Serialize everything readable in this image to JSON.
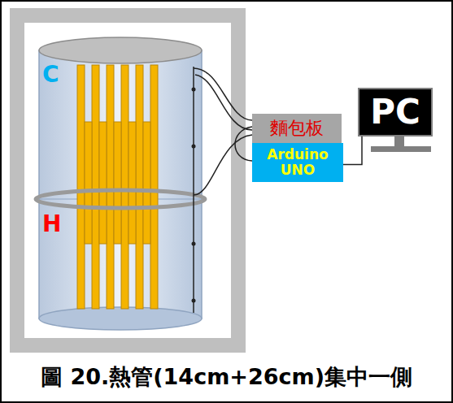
{
  "diagram": {
    "caption": "圖 20.熱管(14cm+26cm)集中一側",
    "nodes": [
      {
        "text": [
          "麵包板"
        ]
      },
      {
        "text": [
          "Arduino UNO"
        ]
      },
      {
        "text": [
          "PC"
        ]
      }
    ],
    "edges": [
      {
        "from": 1,
        "to": 2,
        "arrow": "none"
      }
    ],
    "labels": [
      "C",
      "H"
    ]
  }
}
